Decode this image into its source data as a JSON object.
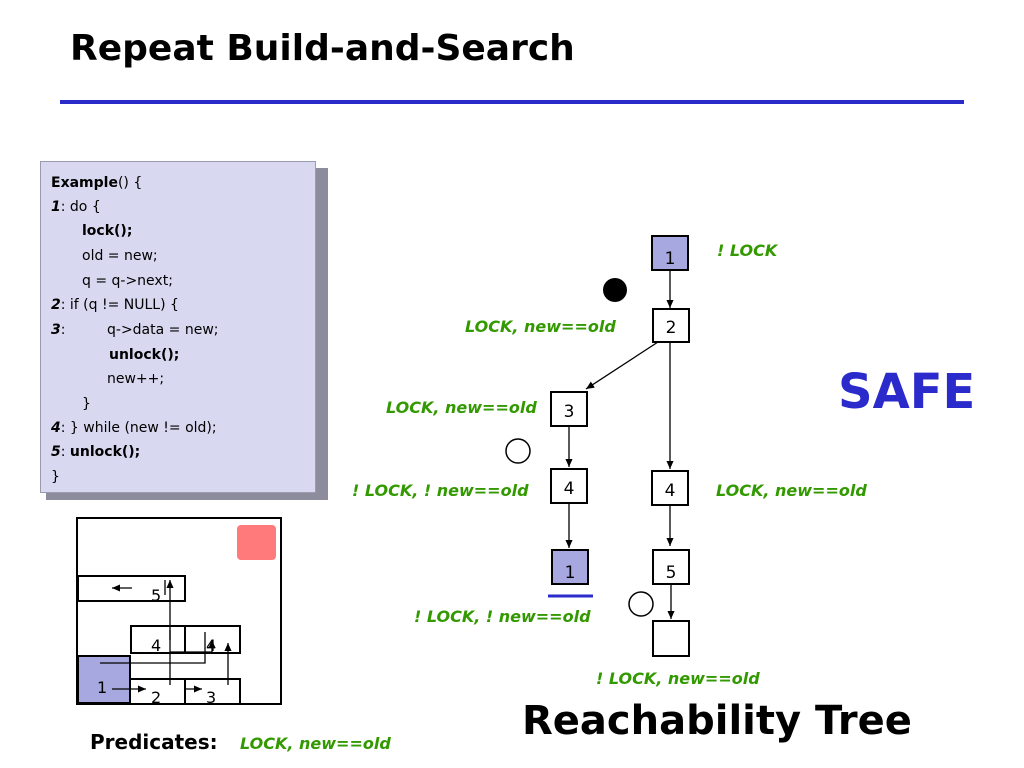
{
  "slide": {
    "title": "Repeat Build-and-Search",
    "safe_label": "SAFE",
    "tree_caption": "Reachability Tree",
    "predicates_label": "Predicates:",
    "predicates_value": "LOCK, new==old"
  },
  "code": {
    "lines": [
      {
        "label": "Example",
        "text": "() {"
      },
      {
        "label": "1",
        "text": ": do {"
      },
      {
        "label": "",
        "text": "lock();"
      },
      {
        "label": "",
        "text": "old = new;"
      },
      {
        "label": "",
        "text": "q = q->next;"
      },
      {
        "label": "2",
        "text": ":   if (q != NULL) {"
      },
      {
        "label": "3",
        "text": ":"
      },
      {
        "label": "",
        "text": "q->data = new;"
      },
      {
        "label": "",
        "text": "unlock();"
      },
      {
        "label": "",
        "text": "new++;"
      },
      {
        "label": "",
        "text": "}"
      },
      {
        "label": "4",
        "text": ": } while (new != old);"
      },
      {
        "label": "5",
        "text": ": "
      },
      {
        "label": "",
        "text": "unlock();"
      },
      {
        "label": "",
        "text": "}"
      }
    ]
  },
  "tree": {
    "nodes": [
      {
        "id": "n1",
        "label": "1",
        "highlighted": true
      },
      {
        "id": "n2",
        "label": "2",
        "highlighted": false
      },
      {
        "id": "n3",
        "label": "3",
        "highlighted": false
      },
      {
        "id": "n4a",
        "label": "4",
        "highlighted": false
      },
      {
        "id": "n1b",
        "label": "1",
        "highlighted": true
      },
      {
        "id": "n4b",
        "label": "4",
        "highlighted": false
      },
      {
        "id": "n5",
        "label": "5",
        "highlighted": false
      },
      {
        "id": "n6",
        "label": "",
        "highlighted": false
      }
    ],
    "annotations": {
      "n1": "! LOCK",
      "n2": "LOCK, new==old",
      "n3": "LOCK, new==old",
      "n4a": "! LOCK,  ! new==old",
      "n1b": "! LOCK,  ! new==old",
      "n4b": "LOCK, new==old",
      "n6": "! LOCK, new==old"
    }
  },
  "cfg": {
    "labels": [
      "5",
      "4",
      "4",
      "1",
      "2",
      "3"
    ]
  },
  "colors": {
    "accent_blue": "#2b2bcc",
    "predicate_green": "#339900",
    "node_fill": "#a8a8e0",
    "code_bg": "#d8d8f0",
    "error_red": "#ff7a7a"
  }
}
